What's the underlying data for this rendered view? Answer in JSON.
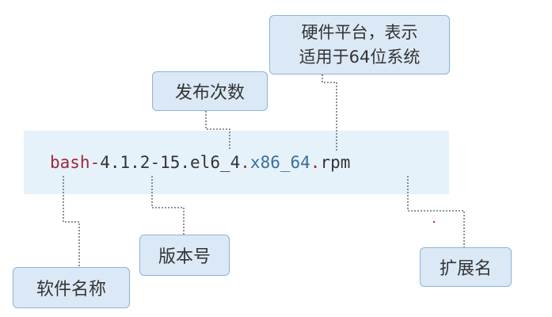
{
  "package": {
    "name": "bash",
    "sep1": "-",
    "version": "4.1.2",
    "sep2": "-",
    "release": "15.el6_4",
    "dot1": ".",
    "arch": "x86_64",
    "dot2": ".",
    "extension": "rpm"
  },
  "callouts": {
    "hardware_line1": "硬件平台，表示",
    "hardware_line2": "适用于64位系统",
    "release": "发布次数",
    "version": "版本号",
    "name": "软件名称",
    "extension": "扩展名"
  },
  "colors": {
    "band": "#e6f2fa",
    "callout_fill": "#dbe9f6",
    "callout_border": "#8fb3d6",
    "name_text": "#a0283c",
    "arch_text": "#3a6f9a",
    "connector": "#555555"
  }
}
